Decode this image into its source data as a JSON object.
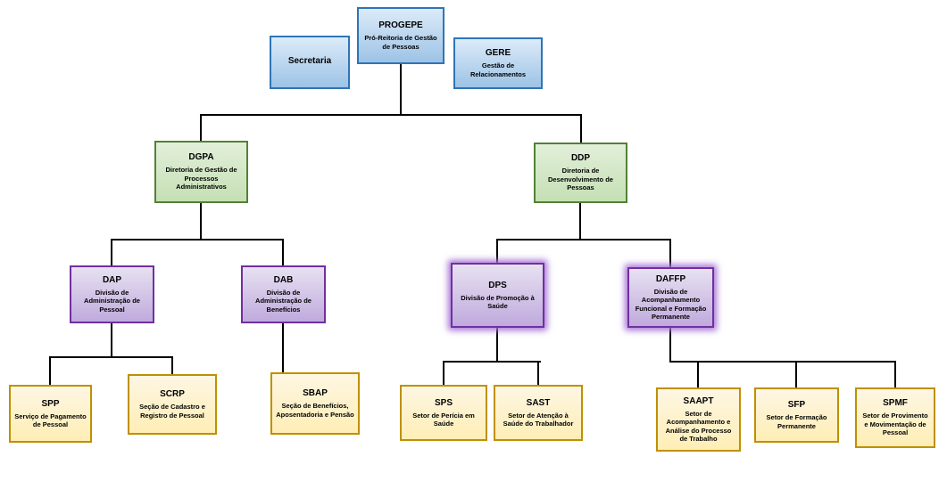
{
  "page": {
    "type": "organizational-chart",
    "organization": "PROGEPE"
  },
  "palette": {
    "blue_border": "#2e75b6",
    "blue_fill_top": "#dcebf9",
    "blue_fill_bottom": "#9dc3e6",
    "green_border": "#538135",
    "green_fill_top": "#e2efda",
    "green_fill_bottom": "#c5e0b4",
    "purple_border": "#7030a0",
    "purple_fill_top": "#e7e1f1",
    "purple_fill_bottom": "#c0aadd",
    "purple_glow": "#a875d6",
    "gold_border": "#bf9000",
    "gold_fill_top": "#fdf6e3",
    "gold_fill_bottom": "#ffeeb5",
    "line": "#000000"
  },
  "org": {
    "progepe": {
      "title": "PROGEPE",
      "subtitle": "Pró-Reitoria de Gestão de Pessoas"
    },
    "secretaria": {
      "title": "Secretaria",
      "subtitle": ""
    },
    "gere": {
      "title": "GERE",
      "subtitle": "Gestão de Relacionamentos"
    },
    "dgpa": {
      "title": "DGPA",
      "subtitle": "Diretoria de Gestão de Processos Administrativos"
    },
    "ddp": {
      "title": "DDP",
      "subtitle": "Diretoria de Desenvolvimento de Pessoas"
    },
    "dap": {
      "title": "DAP",
      "subtitle": "Divisão de Administração de Pessoal"
    },
    "dab": {
      "title": "DAB",
      "subtitle": "Divisão de Administração de Benefícios"
    },
    "dps": {
      "title": "DPS",
      "subtitle": "Divisão de Promoção à Saúde"
    },
    "daffp": {
      "title": "DAFFP",
      "subtitle": "Divisão de Acompanhamento Funcional e Formação Permanente"
    },
    "spp": {
      "title": "SPP",
      "subtitle": "Serviço de Pagamento de Pessoal"
    },
    "scrp": {
      "title": "SCRP",
      "subtitle": "Seção de Cadastro e Registro de Pessoal"
    },
    "sbap": {
      "title": "SBAP",
      "subtitle": "Seção de Benefícios, Aposentadoria e Pensão"
    },
    "sps": {
      "title": "SPS",
      "subtitle": "Setor de Perícia em Saúde"
    },
    "sast": {
      "title": "SAST",
      "subtitle": "Setor de Atenção à Saúde do Trabalhador"
    },
    "saapt": {
      "title": "SAAPT",
      "subtitle": "Setor de Acompanhamento e Análise do Processo de Trabalho"
    },
    "sfp": {
      "title": "SFP",
      "subtitle": "Setor de Formação Permanente"
    },
    "spmf": {
      "title": "SPMF",
      "subtitle": "Setor de Provimento e Movimentação de Pessoal"
    }
  },
  "hierarchy": {
    "progepe": [
      "dgpa",
      "ddp"
    ],
    "progepe_adjacent": [
      "secretaria",
      "gere"
    ],
    "dgpa": [
      "dap",
      "dab"
    ],
    "ddp": [
      "dps",
      "daffp"
    ],
    "dap": [
      "spp",
      "scrp"
    ],
    "dab": [
      "sbap"
    ],
    "dps": [
      "sps",
      "sast"
    ],
    "daffp": [
      "saapt",
      "sfp",
      "spmf"
    ]
  }
}
